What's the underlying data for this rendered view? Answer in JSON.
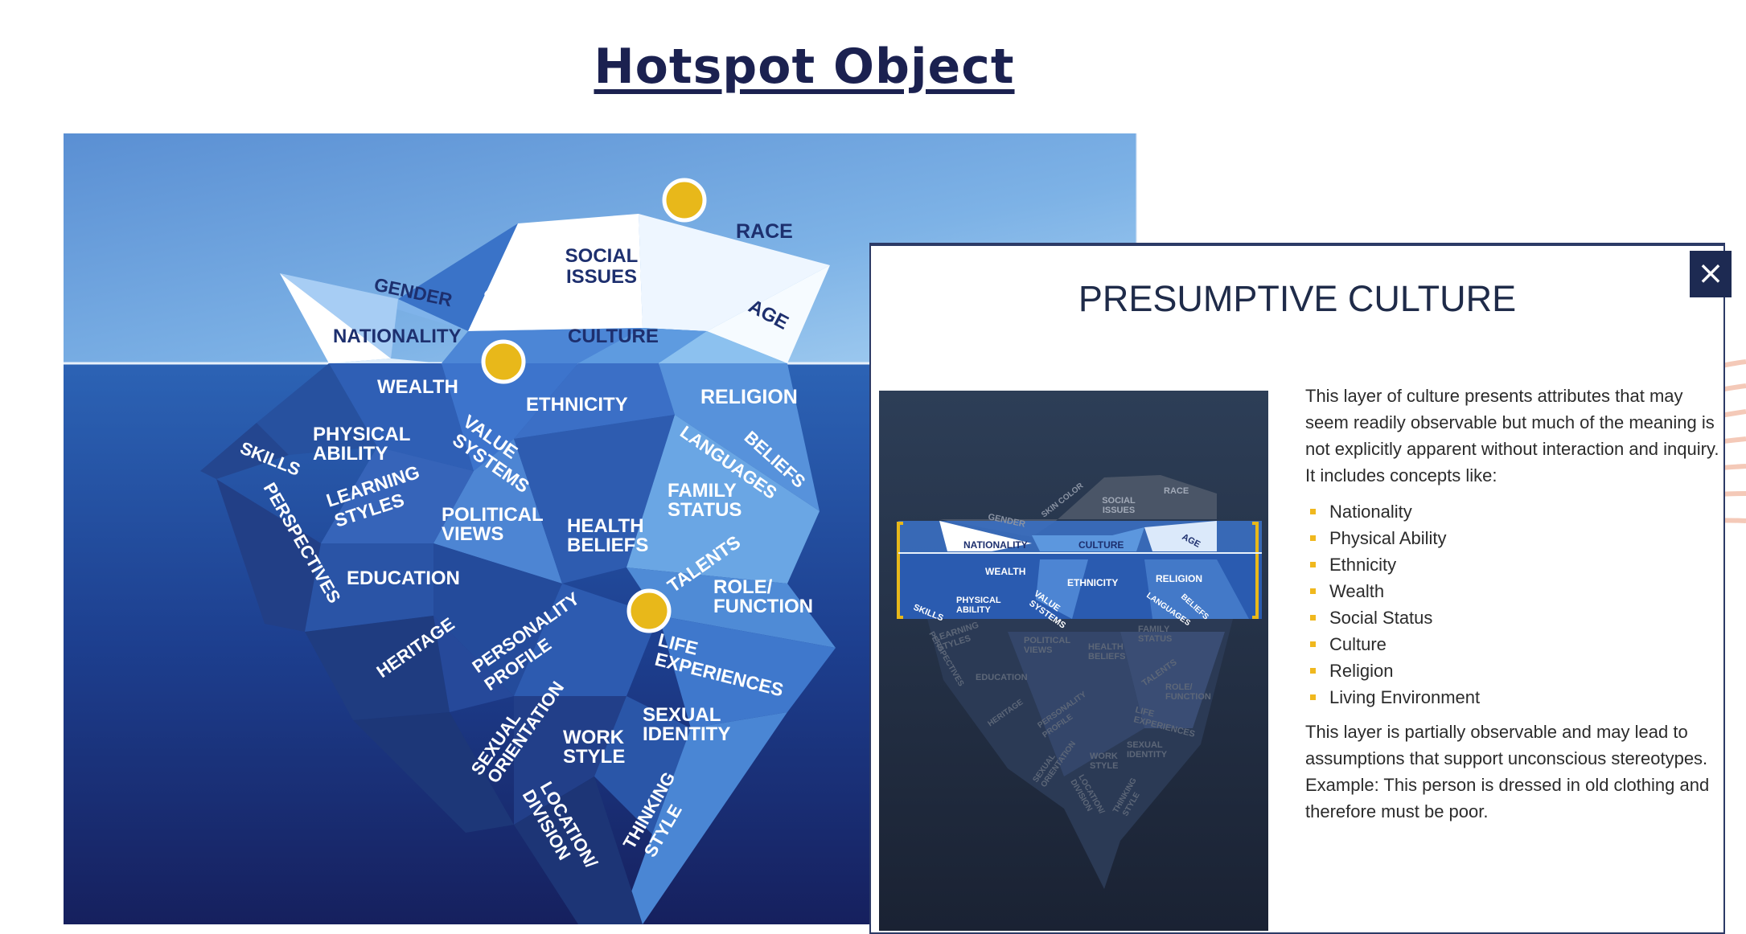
{
  "page": {
    "title": "Hotspot Object"
  },
  "iceberg": {
    "labels": {
      "gender": "GENDER",
      "skin_color": "SKIN COLOR",
      "social_issues_1": "SOCIAL",
      "social_issues_2": "ISSUES",
      "race": "RACE",
      "nationality": "NATIONALITY",
      "culture": "CULTURE",
      "age": "AGE",
      "wealth": "WEALTH",
      "ethnicity": "ETHNICITY",
      "religion": "RELIGION",
      "skills": "SKILLS",
      "physical_1": "PHYSICAL",
      "physical_2": "ABILITY",
      "value_1": "VALUE",
      "value_2": "SYSTEMS",
      "languages": "LANGUAGES",
      "beliefs": "BELIEFS",
      "learning_1": "LEARNING",
      "learning_2": "STYLES",
      "political_1": "POLITICAL",
      "political_2": "VIEWS",
      "health_1": "HEALTH",
      "health_2": "BELIEFS",
      "family_1": "FAMILY",
      "family_2": "STATUS",
      "perspectives": "PERSPECTIVES",
      "education": "EDUCATION",
      "talents": "TALENTS",
      "role_1": "ROLE/",
      "role_2": "FUNCTION",
      "heritage": "HERITAGE",
      "personality_1": "PERSONALITY",
      "personality_2": "PROFILE",
      "life_1": "LIFE",
      "life_2": "EXPERIENCES",
      "sexual_o_1": "SEXUAL",
      "sexual_o_2": "ORIENTATION",
      "work_1": "WORK",
      "work_2": "STYLE",
      "sexual_i_1": "SEXUAL",
      "sexual_i_2": "IDENTITY",
      "location_1": "LOCATION/",
      "location_2": "DIVISION",
      "thinking_1": "THINKING",
      "thinking_2": "STYLE"
    }
  },
  "modal": {
    "title": "PRESUMPTIVE CULTURE",
    "close_icon": "×",
    "intro": "This layer of culture presents attributes that may seem readily observable but much of the meaning is not explicitly apparent without interaction and inquiry. It includes concepts like:",
    "items": [
      "Nationality",
      "Physical Ability",
      "Ethnicity",
      "Wealth",
      "Social Status",
      "Culture",
      "Religion",
      "Living Environment"
    ],
    "outro": "This layer is partially observable and may lead to assumptions that support unconscious stereotypes. Example: This person is dressed in old clothing and therefore must be poor.",
    "thumb_labels": {
      "gender": "GENDER",
      "skin_color": "SKIN COLOR",
      "social_1": "SOCIAL",
      "social_2": "ISSUES",
      "race": "RACE",
      "nationality": "NATIONALITY",
      "culture": "CULTURE",
      "age": "AGE",
      "wealth": "WEALTH",
      "ethnicity": "ETHNICITY",
      "religion": "RELIGION",
      "skills": "SKILLS",
      "physical_1": "PHYSICAL",
      "physical_2": "ABILITY",
      "value_1": "VALUE",
      "value_2": "SYSTEMS",
      "languages": "LANGUAGES",
      "beliefs": "BELIEFS",
      "learning_1": "LEARNING",
      "learning_2": "STYLES",
      "political_1": "POLITICAL",
      "political_2": "VIEWS",
      "health_1": "HEALTH",
      "health_2": "BELIEFS",
      "family_1": "FAMILY",
      "family_2": "STATUS",
      "perspectives": "PERSPECTIVES",
      "education": "EDUCATION",
      "talents": "TALENTS",
      "role_1": "ROLE/",
      "role_2": "FUNCTION",
      "heritage": "HERITAGE",
      "personality_1": "PERSONALITY",
      "personality_2": "PROFILE",
      "life_1": "LIFE",
      "life_2": "EXPERIENCES",
      "sexual_o_1": "SEXUAL",
      "sexual_o_2": "ORIENTATION",
      "work_1": "WORK",
      "work_2": "STYLE",
      "sexual_i_1": "SEXUAL",
      "sexual_i_2": "IDENTITY",
      "location_1": "LOCATION/",
      "location_2": "DIVISION",
      "thinking_1": "THINKING",
      "thinking_2": "STYLE"
    }
  },
  "colors": {
    "title": "#1b2150",
    "hotspot": "#e8b81a",
    "bullet": "#f0b81e",
    "modal_border": "#2c3a66"
  }
}
